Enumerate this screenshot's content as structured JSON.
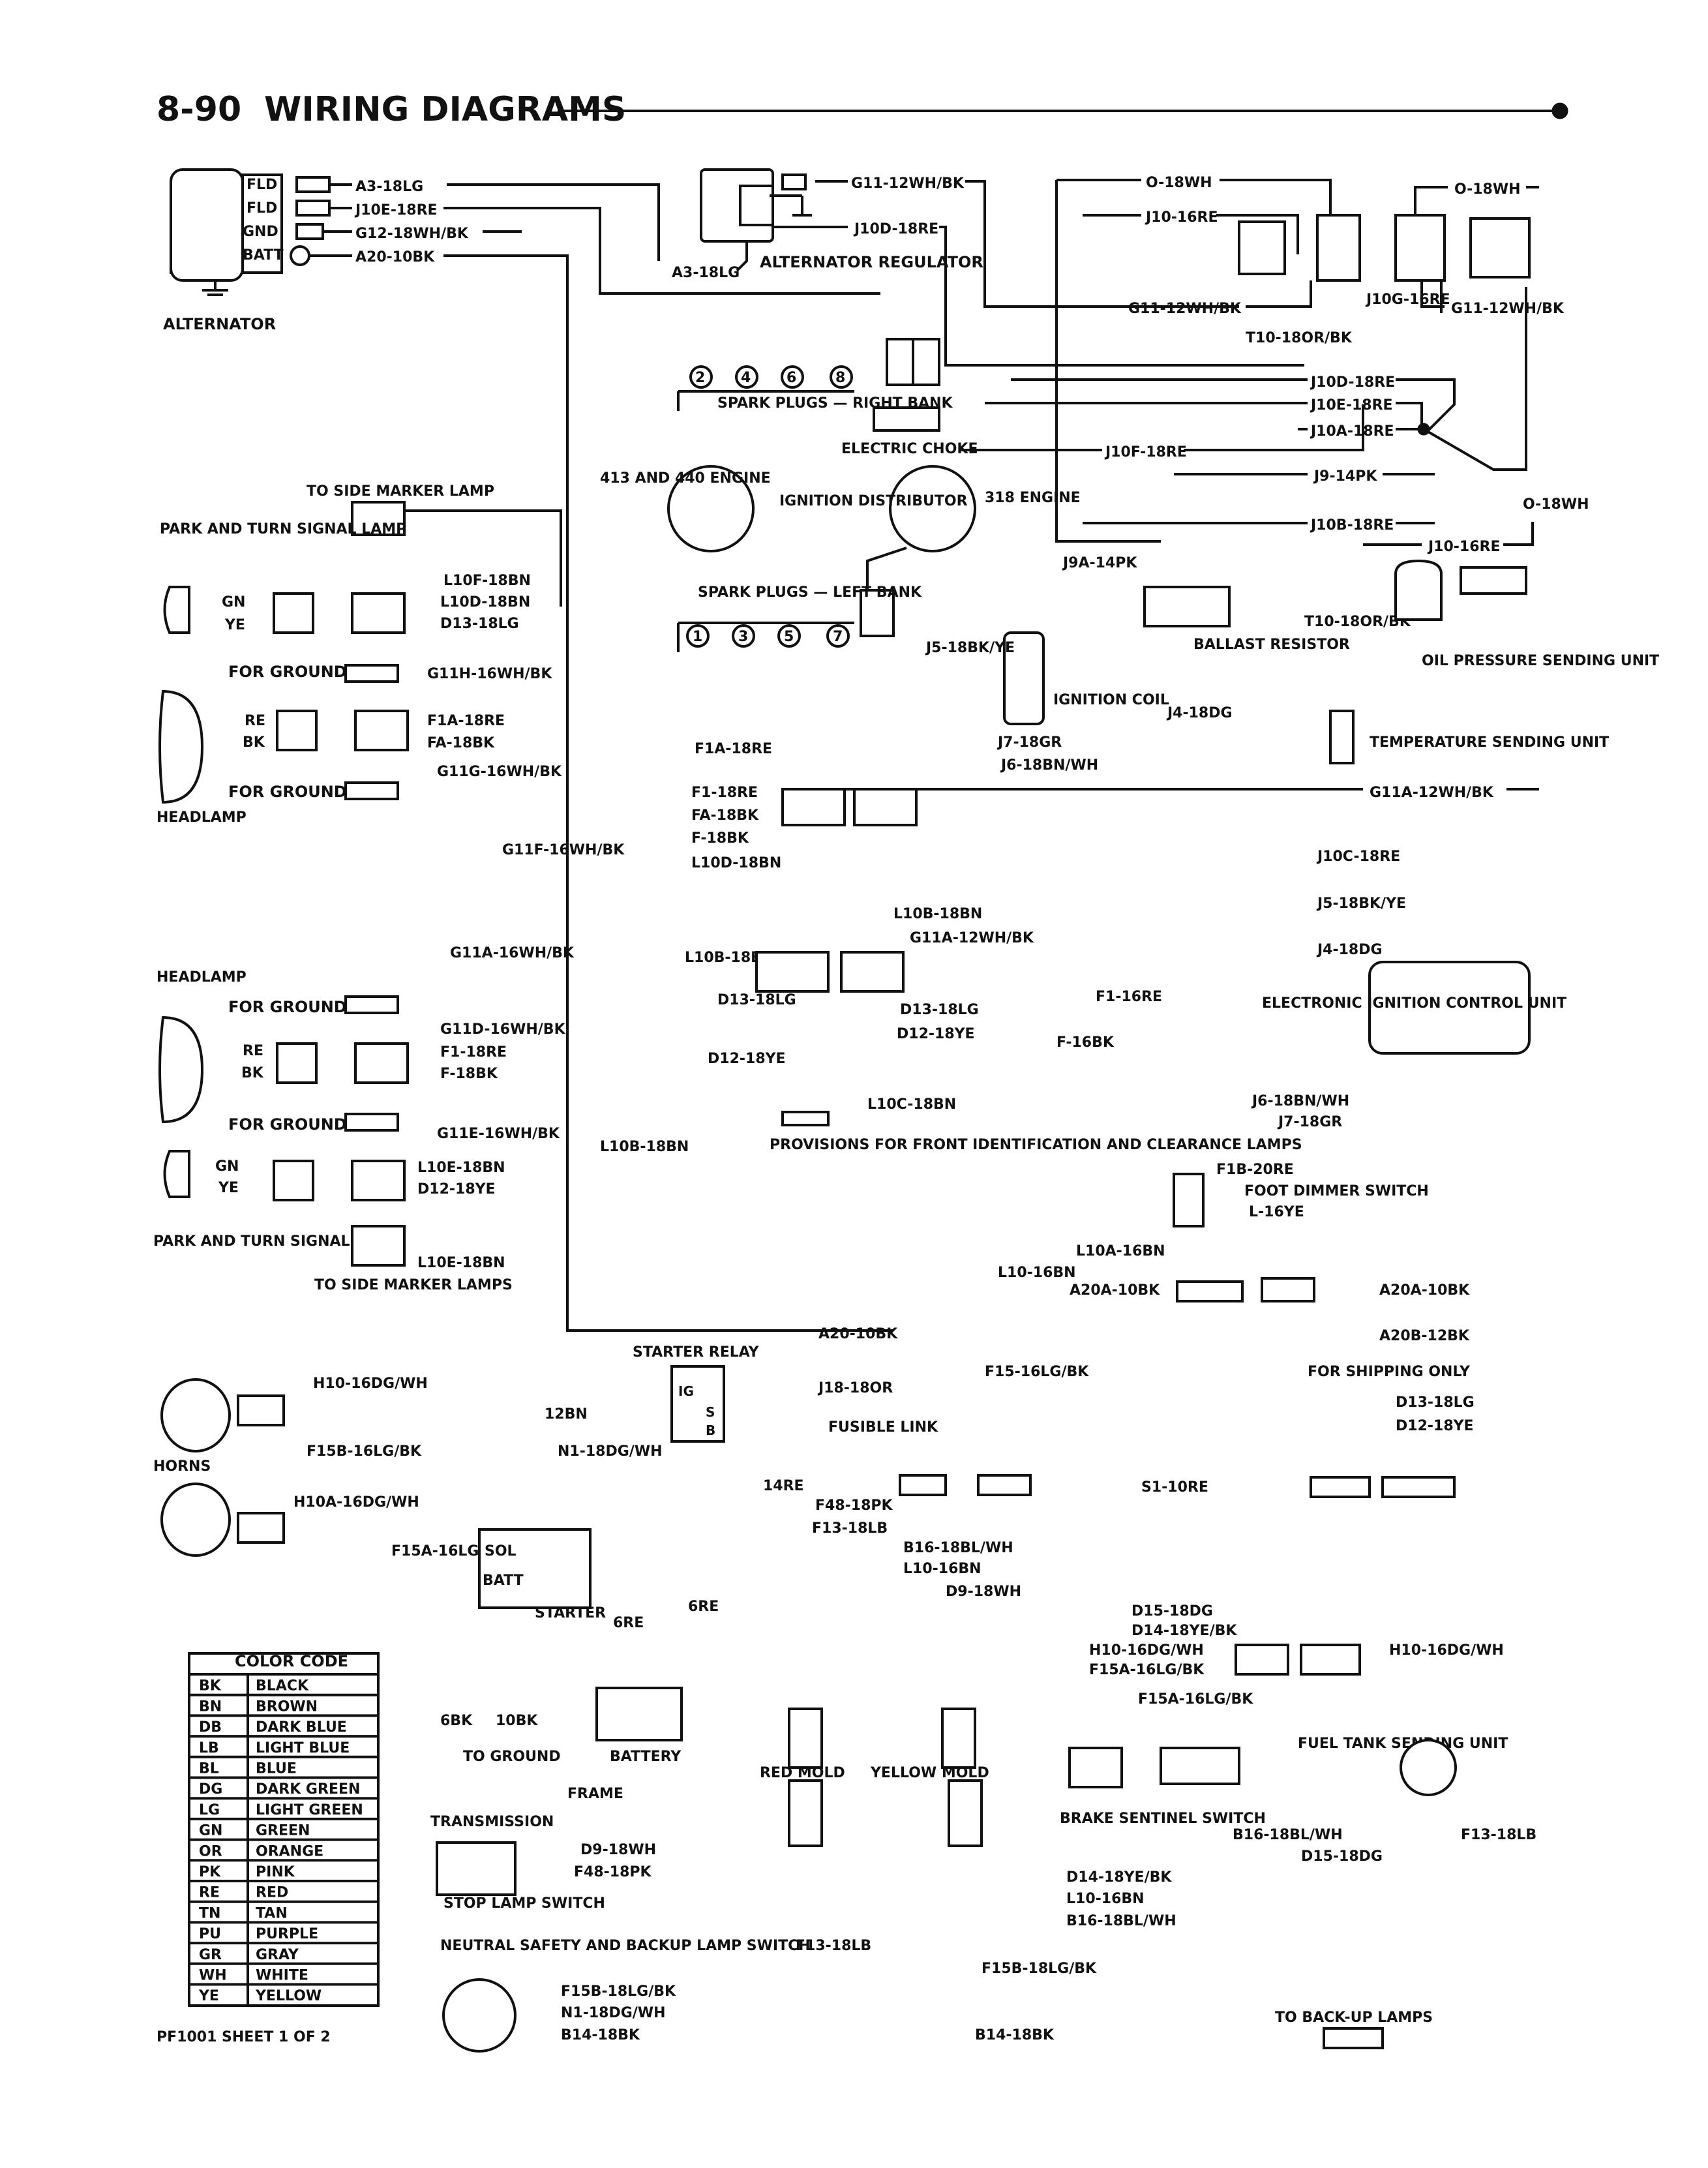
{
  "page": {
    "number": "8-90",
    "section": "WIRING DIAGRAMS",
    "sheet": "PF1001 SHEET 1 OF 2"
  },
  "components": {
    "alternator": "ALTERNATOR",
    "alt_terms": [
      "FLD",
      "FLD",
      "GND",
      "BATT"
    ],
    "regulator": "ALTERNATOR REGULATOR",
    "plugs_right": "SPARK PLUGS — RIGHT BANK",
    "plugs_left": "SPARK PLUGS — LEFT BANK",
    "plugs_right_nums": [
      "2",
      "4",
      "6",
      "8"
    ],
    "plugs_left_nums": [
      "1",
      "3",
      "5",
      "7"
    ],
    "choke": "ELECTRIC CHOKE",
    "engine_413": "413 AND 440 ENGINE",
    "distributor": "IGNITION DISTRIBUTOR",
    "engine_318": "318 ENGINE",
    "ballast": "BALLAST RESISTOR",
    "coil": "IGNITION COIL",
    "oil": "OIL PRESSURE SENDING UNIT",
    "temp": "TEMPERATURE SENDING UNIT",
    "eicu": "ELECTRONIC IGNITION CONTROL UNIT",
    "side_marker": "TO SIDE MARKER LAMP",
    "side_markers": "TO SIDE MARKER LAMPS",
    "park_turn": "PARK AND TURN SIGNAL LAMP",
    "headlamp": "HEADLAMP",
    "for_ground": "FOR GROUND",
    "provisions": "PROVISIONS FOR FRONT IDENTIFICATION AND CLEARANCE LAMPS",
    "foot_dimmer": "FOOT DIMMER SWITCH",
    "shipping": "FOR SHIPPING ONLY",
    "starter_relay": "STARTER RELAY",
    "fusible": "FUSIBLE LINK",
    "horns": "HORNS",
    "starter": "STARTER",
    "sol": "SOL",
    "batt": "BATT",
    "battery": "BATTERY",
    "to_ground": "TO GROUND",
    "frame": "FRAME",
    "transmission": "TRANSMISSION",
    "red_mold": "RED MOLD",
    "yellow_mold": "YELLOW MOLD",
    "fuel_tank": "FUEL TANK SENDING UNIT",
    "brake": "BRAKE SENTINEL SWITCH",
    "stop_lamp": "STOP LAMP SWITCH",
    "neutral": "NEUTRAL SAFETY AND BACKUP LAMP SWITCH",
    "backup": "TO BACK-UP LAMPS",
    "relay_terms": [
      "IG",
      "S",
      "B"
    ]
  },
  "wire_labels": {
    "a3": "A3-18LG",
    "j10e": "J10E-18RE",
    "g12": "G12-18WH/BK",
    "a20": "A20-10BK",
    "g11_reg": "G11-12WH/BK",
    "j10d_reg": "J10D-18RE",
    "a3_reg": "A3-18LG",
    "o18wh": "O-18WH",
    "j10_16re": "J10-16RE",
    "o18wh_r": "O-18WH",
    "g11_mid": "G11-12WH/BK",
    "t10": "T10-18OR/BK",
    "j10g": "J10G-16RE",
    "g11_r": "G11-12WH/BK",
    "j10d": "J10D-18RE",
    "j10e_r": "J10E-18RE",
    "j10a": "J10A-18RE",
    "j10f": "J10F-18RE",
    "j9": "J9-14PK",
    "j10b": "J10B-18RE",
    "o_18wh2": "O-18WH",
    "j10_16re2": "J10-16RE",
    "j9a": "J9A-14PK",
    "t10b": "T10-18OR/BK",
    "j5": "J5-18BK/YE",
    "j4": "J4-18DG",
    "j7": "J7-18GR",
    "j6": "J6-18BN/WH",
    "g11a_r": "G11A-12WH/BK",
    "l10f": "L10F-18BN",
    "l10d": "L10D-18BN",
    "d13": "D13-18LG",
    "g11h": "G11H-16WH/BK",
    "f1a": "F1A-18RE",
    "fa": "FA-18BK",
    "g11g": "G11G-16WH/BK",
    "f1a_c": "F1A-18RE",
    "f1_c": "F1-18RE",
    "fa_c": "FA-18BK",
    "f_c": "F-18BK",
    "l10d_c": "L10D-18BN",
    "g11f": "G11F-16WH/BK",
    "j10c": "J10C-18RE",
    "j5_r": "J5-18BK/YE",
    "j4_r": "J4-18DG",
    "g11a_l": "G11A-16WH/BK",
    "l10b_c": "L10B-18BN",
    "g11a_c": "G11A-12WH/BK",
    "l10b_l": "L10B-18BN",
    "d13_c": "D13-18LG",
    "d13_c2": "D13-18LG",
    "d12_c": "D12-18YE",
    "d12_c2": "D12-18YE",
    "f1_r": "F1-16RE",
    "f_r": "F-16BK",
    "j6_r": "J6-18BN/WH",
    "j7_r": "J7-18GR",
    "g11d": "G11D-16WH/BK",
    "f1_l": "F1-18RE",
    "f_l": "F-18BK",
    "g11e": "G11E-16WH/BK",
    "l10e": "L10E-18BN",
    "d12": "D12-18YE",
    "l10b_b": "L10B-18BN",
    "l10c": "L10C-18BN",
    "f1b": "F1B-20RE",
    "l16ye": "L-16YE",
    "l10a": "L10A-16BN",
    "l10_16bn": "L10-16BN",
    "l10e_b": "L10E-18BN",
    "a20a": "A20A-10BK",
    "a20a_r": "A20A-10BK",
    "a20b": "A20B-12BK",
    "a20_b": "A20-10BK",
    "f15": "F15-16LG/BK",
    "d13_r": "D13-18LG",
    "d12_r": "D12-18YE",
    "h10": "H10-16DG/WH",
    "j18": "J18-18OR",
    "12bn": "12BN",
    "n1": "N1-18DG/WH",
    "14re": "14RE",
    "s1": "S1-10RE",
    "f15b": "F15B-16LG/BK",
    "h10a": "H10A-16DG/WH",
    "f48": "F48-18PK",
    "f13": "F13-18LB",
    "b16": "B16-18BL/WH",
    "l10_b": "L10-16BN",
    "d9": "D9-18WH",
    "f15a": "F15A-16LG/BK",
    "6re": "6RE",
    "6re2": "6RE",
    "d15": "D15-18DG",
    "d14": "D14-18YE/BK",
    "h10_r": "H10-16DG/WH",
    "f15a_r": "F15A-16LG/BK",
    "f15a_r2": "F15A-16LG/BK",
    "h10_rr": "H10-16DG/WH",
    "6bk": "6BK",
    "10bk": "10BK",
    "b16_r": "B16-18BL/WH",
    "f13_r": "F13-18LB",
    "d15_r": "D15-18DG",
    "d9_s": "D9-18WH",
    "f48_s": "F48-18PK",
    "d14_b": "D14-18YE/BK",
    "l10_bb": "L10-16BN",
    "b16_b": "B16-18BL/WH",
    "f13_b": "F13-18LB",
    "f15b_b": "F15B-18LG/BK",
    "f15b_n": "F15B-18LG/BK",
    "n1_n": "N1-18DG/WH",
    "b14": "B14-18BK",
    "b14_r": "B14-18BK",
    "gn": "GN",
    "ye": "YE",
    "re": "RE",
    "bk": "BK"
  },
  "color_code": {
    "title": "COLOR CODE",
    "rows": [
      [
        "BK",
        "BLACK"
      ],
      [
        "BN",
        "BROWN"
      ],
      [
        "DB",
        "DARK BLUE"
      ],
      [
        "LB",
        "LIGHT BLUE"
      ],
      [
        "BL",
        "BLUE"
      ],
      [
        "DG",
        "DARK GREEN"
      ],
      [
        "LG",
        "LIGHT GREEN"
      ],
      [
        "GN",
        "GREEN"
      ],
      [
        "OR",
        "ORANGE"
      ],
      [
        "PK",
        "PINK"
      ],
      [
        "RE",
        "RED"
      ],
      [
        "TN",
        "TAN"
      ],
      [
        "PU",
        "PURPLE"
      ],
      [
        "GR",
        "GRAY"
      ],
      [
        "WH",
        "WHITE"
      ],
      [
        "YE",
        "YELLOW"
      ]
    ]
  }
}
